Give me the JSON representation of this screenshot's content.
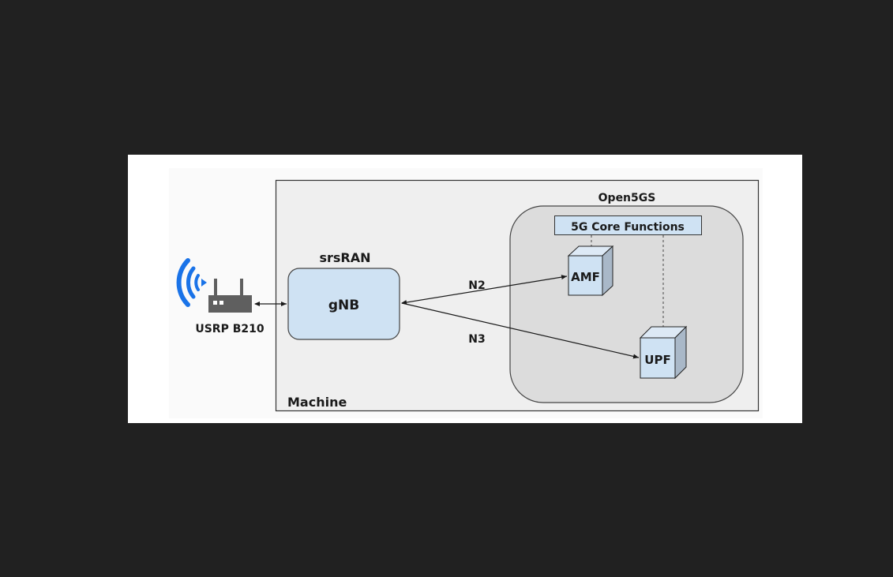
{
  "diagram": {
    "machine_label": "Machine",
    "srsran_label": "srsRAN",
    "gnb_label": "gNB",
    "usrp_label": "USRP B210",
    "open5gs_label": "Open5GS",
    "core_functions_label": "5G Core Functions",
    "amf_label": "AMF",
    "upf_label": "UPF",
    "n2_label": "N2",
    "n3_label": "N3",
    "colors": {
      "background": "#212121",
      "machine_fill": "#efefef",
      "open5gs_fill": "#dcdcdc",
      "node_fill": "#cfe2f3",
      "wifi_blue": "#1a73e8",
      "router_gray": "#5f5f5f"
    }
  }
}
